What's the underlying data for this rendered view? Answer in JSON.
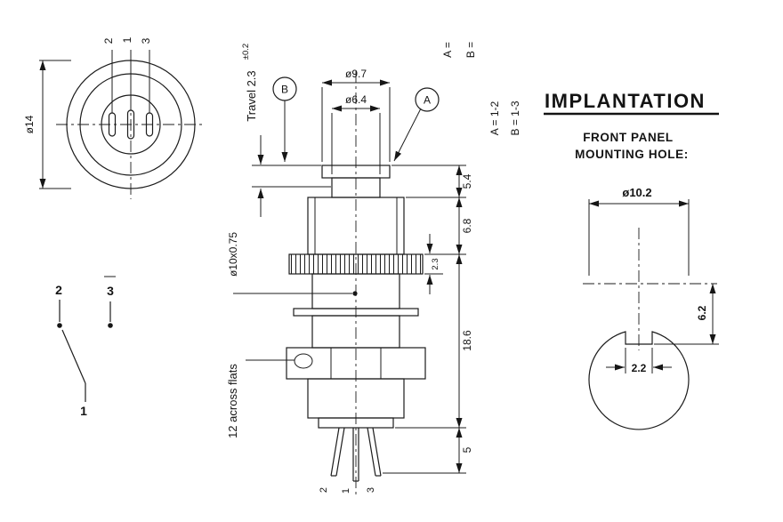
{
  "colors": {
    "ink": "#1c1c1c",
    "background": "#ffffff"
  },
  "front_view": {
    "diameter": "ø14",
    "pins": [
      "2",
      "1",
      "3"
    ]
  },
  "schematic": {
    "pin2": "2",
    "pin3": "3",
    "pin1": "1"
  },
  "side_view": {
    "travel": "Travel 2.3",
    "travel_tol": "±0.2",
    "label_b": "B",
    "label_a": "A",
    "dia_top": "ø9.7",
    "dia_inner": "ø6.4",
    "a_eq": "A =",
    "b_eq": "B =",
    "a_map": "A = 1-2",
    "b_map": "B = 1-3",
    "dim_5_4": "5.4",
    "dim_6_8": "6.8",
    "dim_2_3": "2.3",
    "dim_18_6": "18.6",
    "dim_5": "5",
    "thread": "ø10x0.75",
    "across_flats": "12 across flats",
    "pins": [
      "2",
      "1",
      "3"
    ]
  },
  "implantation": {
    "title": "IMPLANTATION",
    "subtitle_1": "FRONT PANEL",
    "subtitle_2": "MOUNTING HOLE:",
    "hole_dia": "ø10.2",
    "dim_6_2": "6.2",
    "dim_2_2": "2.2"
  }
}
